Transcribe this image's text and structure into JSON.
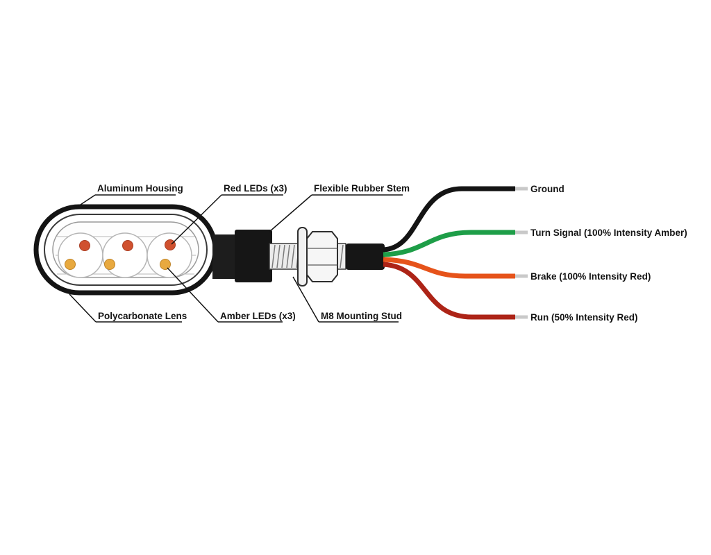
{
  "diagram": {
    "part_labels": {
      "aluminum_housing": "Aluminum Housing",
      "red_leds": "Red LEDs (x3)",
      "flexible_rubber_stem": "Flexible Rubber Stem",
      "polycarbonate_lens": "Polycarbonate Lens",
      "amber_leds": "Amber LEDs (x3)",
      "m8_mounting_stud": "M8 Mounting Stud"
    },
    "wires": [
      {
        "name": "ground",
        "label": "Ground",
        "color": "#141414"
      },
      {
        "name": "turn-signal",
        "label": "Turn Signal (100% Intensity Amber)",
        "color": "#1e9e48"
      },
      {
        "name": "brake",
        "label": "Brake (100% Intensity Red)",
        "color": "#e6531a"
      },
      {
        "name": "run",
        "label": "Run (50% Intensity Red)",
        "color": "#ad2417"
      }
    ],
    "colors": {
      "red_led": "#d0512f",
      "amber_led": "#e8a93f",
      "wire_tip": "#c9c9c9",
      "outline": "#141414"
    }
  }
}
